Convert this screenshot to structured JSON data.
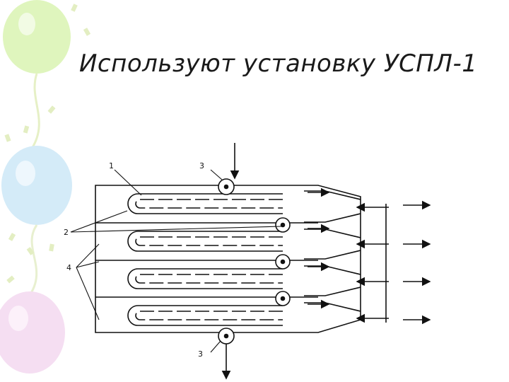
{
  "slide": {
    "title": "Используют установку УСПЛ-1"
  },
  "diagram": {
    "callouts": [
      "1",
      "2",
      "3",
      "3",
      "4"
    ],
    "section_count": 4
  },
  "colors": {
    "line": "#111111",
    "balloon_green": "#d8f2b0",
    "balloon_blue": "#cfe7f7",
    "balloon_pink": "#f3d8f0",
    "ribbon": "#e8f1c0"
  }
}
